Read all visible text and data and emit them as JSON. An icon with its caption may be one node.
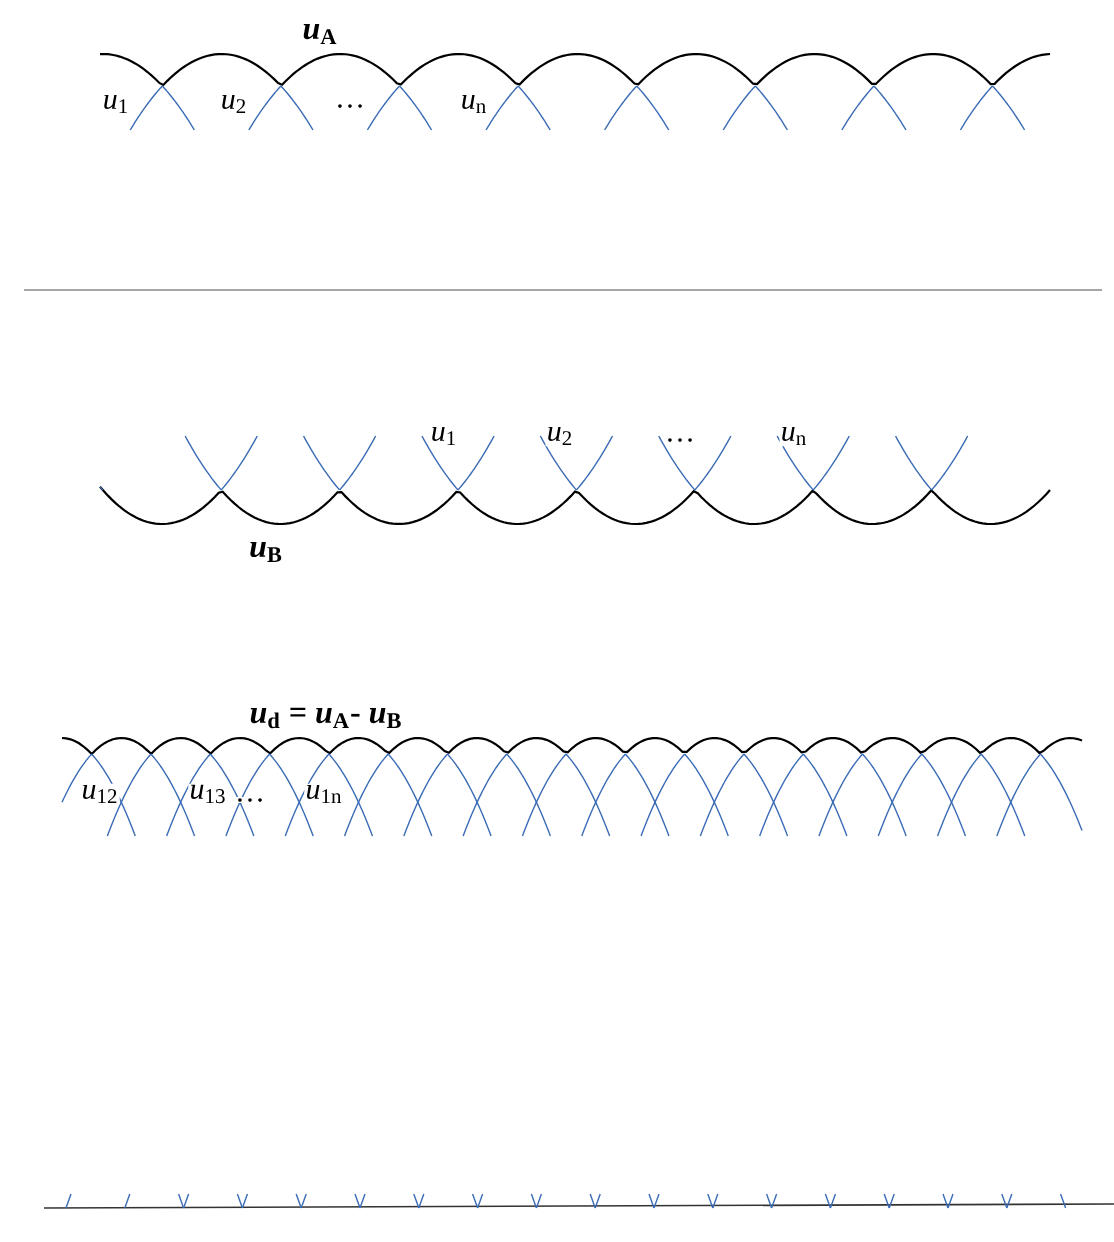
{
  "diagram": {
    "labels": [
      "*u*$_{A}$",
      "*u*$_{1}$",
      "*u*$_{2}$",
      "…",
      "*u*$_{n}$",
      "*u*$_{1}$",
      "*u*$_{2}$",
      "…",
      "*u*$_{n}$",
      "*u*$_{B}$",
      "*u*$_{d}$ = *u*$_{A}$- *u*$_{B}$",
      "*u*$_{12}$",
      "*u*$_{13}$",
      "…",
      "*u*$_{1n}$"
    ]
  }
}
